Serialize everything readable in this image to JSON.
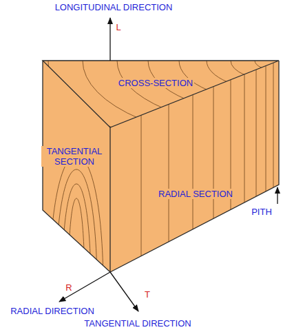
{
  "diagram": {
    "labels": [
      "LONGITUDINAL DIRECTION",
      "L",
      "CROSS-SECTION",
      "TANGENTIAL SECTION",
      "RADIAL SECTION",
      "PITH",
      "R",
      "RADIAL DIRECTION",
      "T",
      "TANGENTIAL DIRECTION"
    ]
  }
}
